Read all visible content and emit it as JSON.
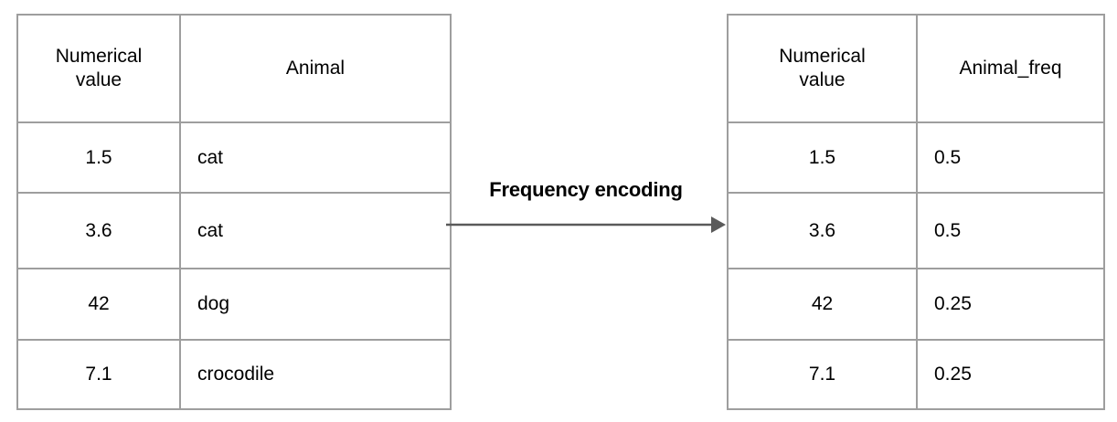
{
  "diagram": {
    "type": "table-transformation",
    "transform_label": "Frequency encoding",
    "arrow_direction": "left-to-right",
    "line_color": "#9e9e9e",
    "arrow_color": "#5a5a5a",
    "text_color": "#000000",
    "background_color": "#ffffff"
  },
  "source_table": {
    "name": "source-table",
    "headers": [
      "Numerical value",
      "Animal"
    ],
    "header_lines": {
      "col_a_line_1": "Numerical",
      "col_a_line_2": "value",
      "col_b": "Animal"
    },
    "rows": [
      {
        "numerical_value": "1.5",
        "animal": "cat"
      },
      {
        "numerical_value": "3.6",
        "animal": "cat"
      },
      {
        "numerical_value": "42",
        "animal": "dog"
      },
      {
        "numerical_value": "7.1",
        "animal": "crocodile"
      }
    ]
  },
  "result_table": {
    "name": "result-table",
    "headers": [
      "Numerical value",
      "Animal_freq"
    ],
    "header_lines": {
      "col_a_line_1": "Numerical",
      "col_a_line_2": "value",
      "col_b": "Animal_freq"
    },
    "rows": [
      {
        "numerical_value": "1.5",
        "animal_freq": "0.5"
      },
      {
        "numerical_value": "3.6",
        "animal_freq": "0.5"
      },
      {
        "numerical_value": "42",
        "animal_freq": "0.25"
      },
      {
        "numerical_value": "7.1",
        "animal_freq": "0.25"
      }
    ]
  }
}
